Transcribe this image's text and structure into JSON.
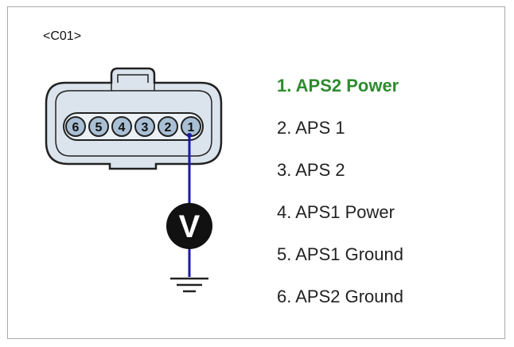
{
  "connector": {
    "id_label": "<C01>",
    "pins": [
      "6",
      "5",
      "4",
      "3",
      "2",
      "1"
    ],
    "probe_pin": "1"
  },
  "meter": {
    "symbol": "V",
    "icon": "voltmeter-icon"
  },
  "ground_icon": "ground-symbol-icon",
  "pin_list": [
    {
      "label": "1. APS2 Power",
      "highlighted": true
    },
    {
      "label": "2. APS 1",
      "highlighted": false
    },
    {
      "label": "3. APS 2",
      "highlighted": false
    },
    {
      "label": "4. APS1 Power",
      "highlighted": false
    },
    {
      "label": "5. APS1 Ground",
      "highlighted": false
    },
    {
      "label": "6. APS2 Ground",
      "highlighted": false
    }
  ],
  "colors": {
    "highlight": "#2e8b2e",
    "probe_wire": "#1a1aa8",
    "connector_fill": "#dbe4ec",
    "pin_fill": "#a9bfd4"
  }
}
